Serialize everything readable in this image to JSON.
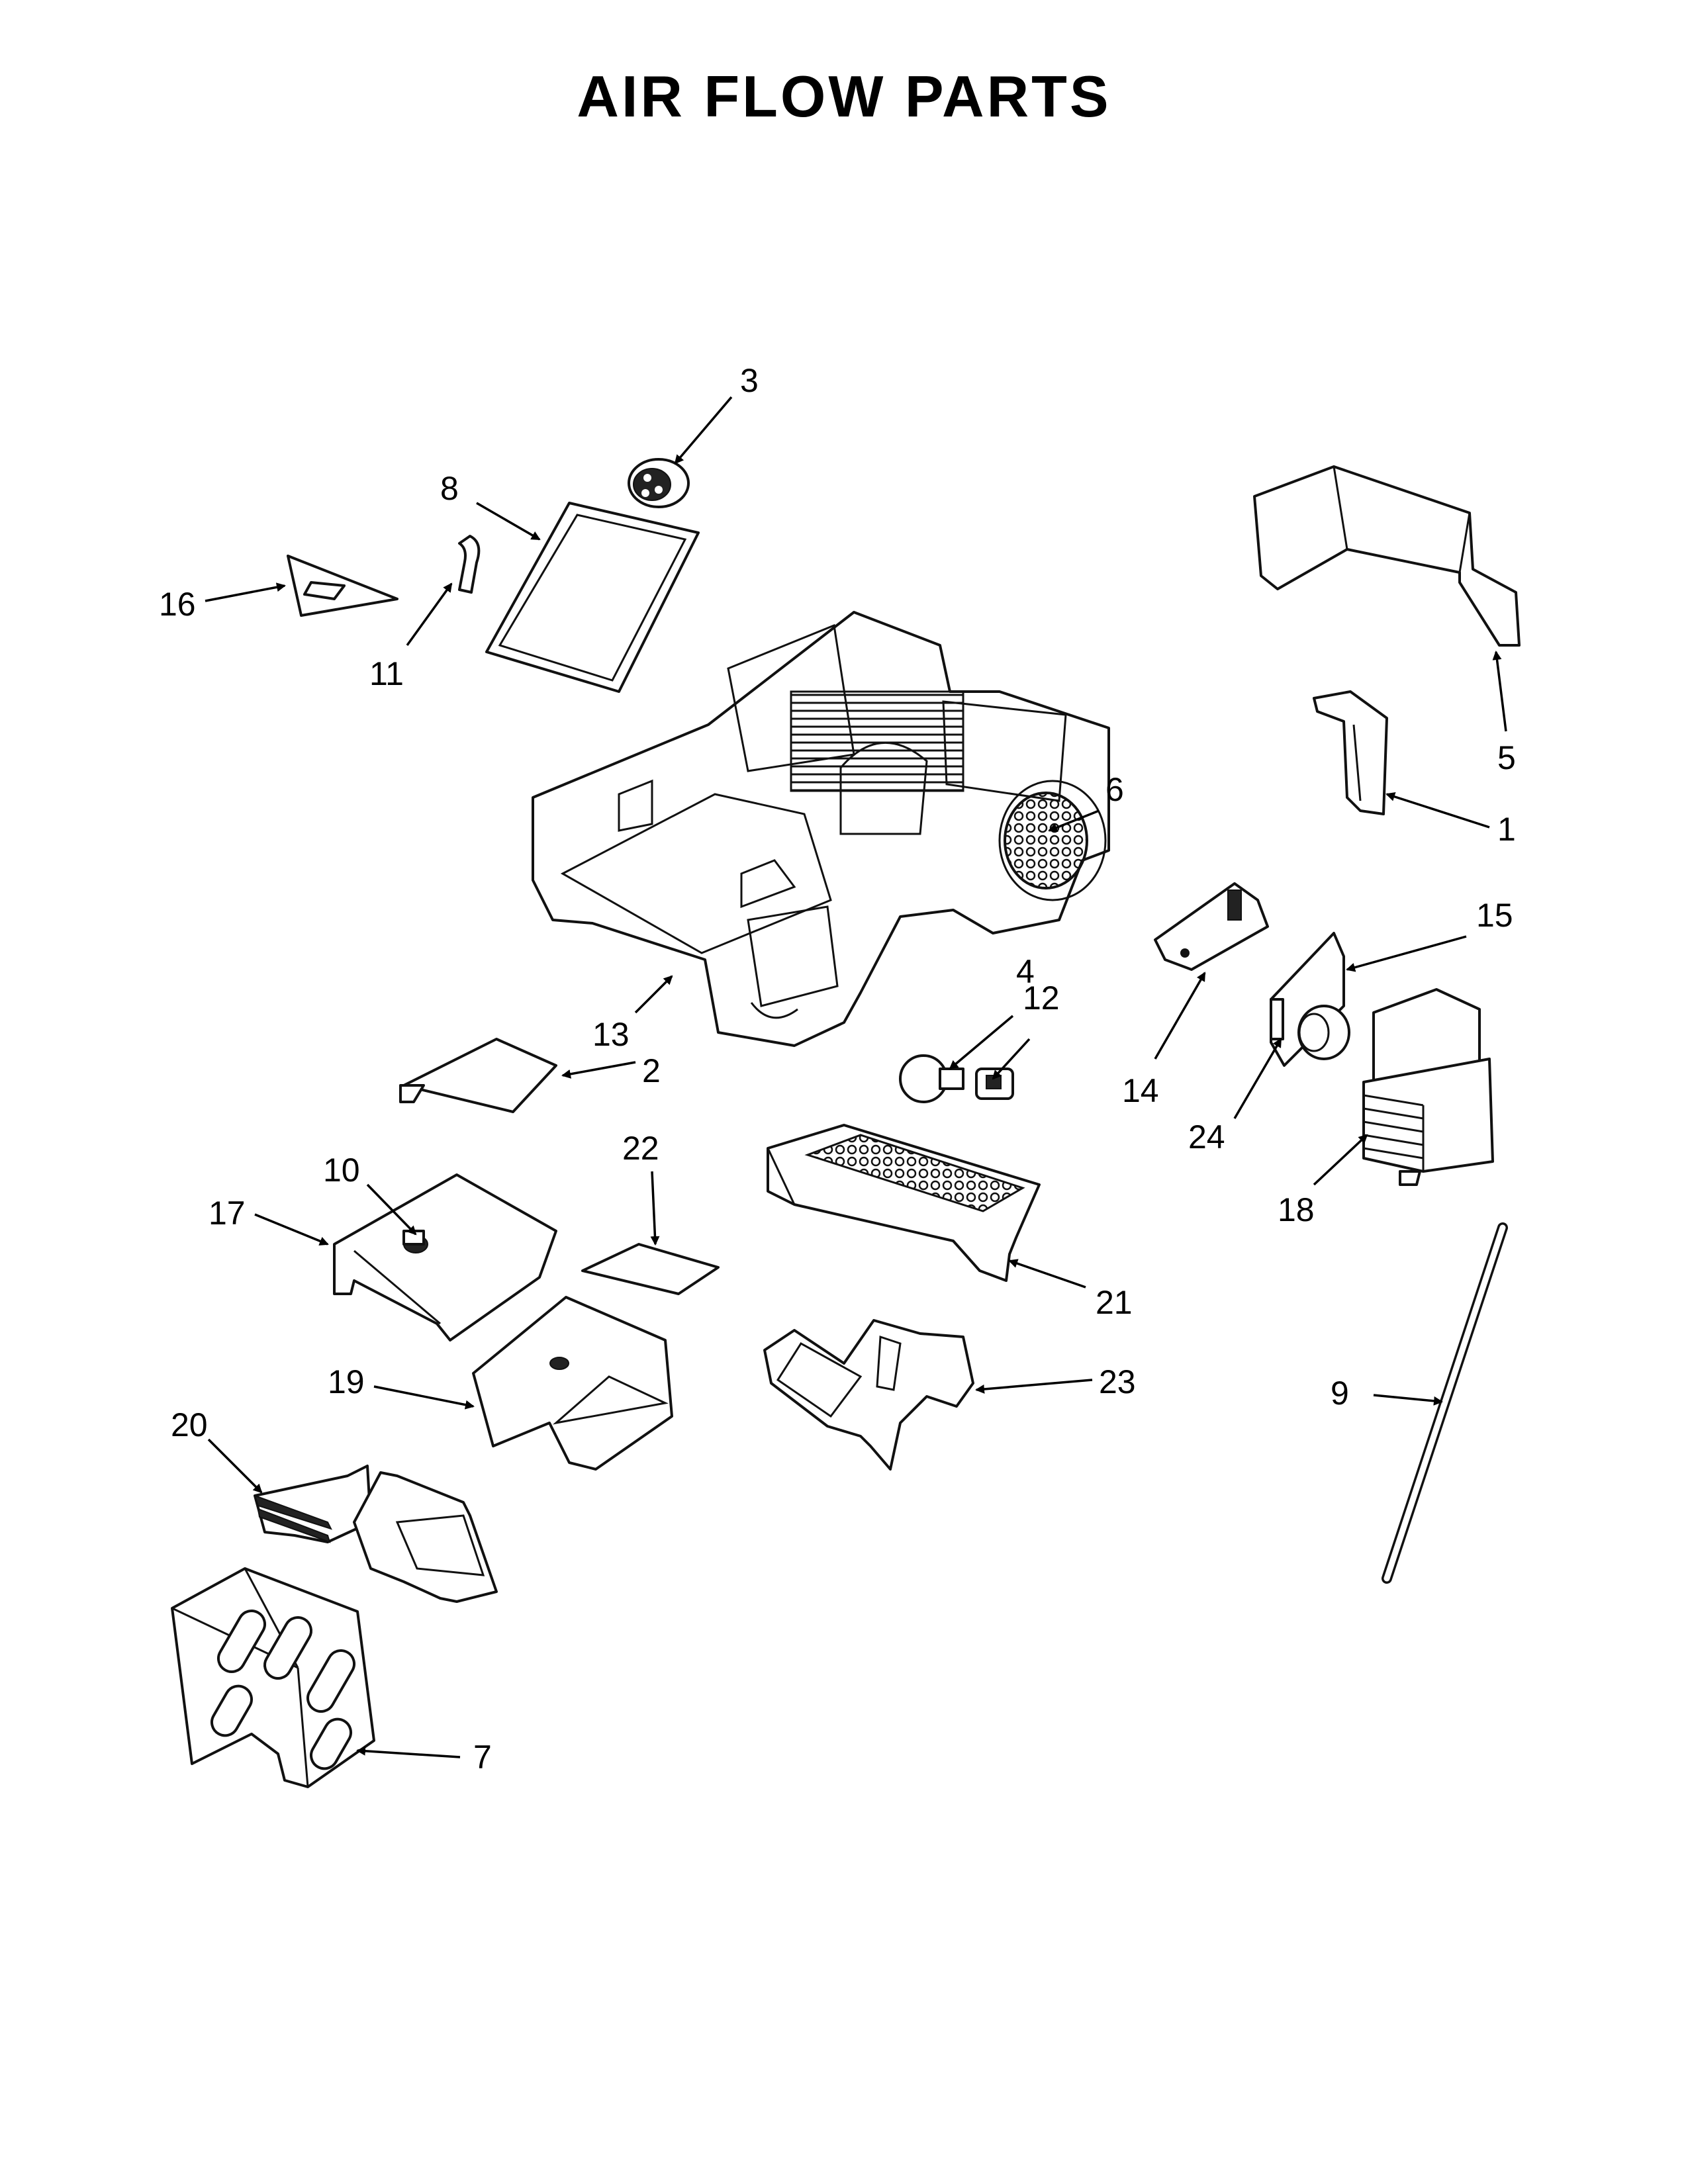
{
  "title": "AIR FLOW PARTS",
  "callouts": {
    "c1": "1",
    "c2": "2",
    "c3": "3",
    "c4": "4",
    "c5": "5",
    "c6": "6",
    "c7": "7",
    "c8": "8",
    "c9": "9",
    "c10": "10",
    "c11": "11",
    "c12": "12",
    "c13": "13",
    "c14": "14",
    "c15": "15",
    "c16": "16",
    "c17": "17",
    "c18": "18",
    "c19": "19",
    "c20": "20",
    "c21": "21",
    "c22": "22",
    "c23": "23",
    "c24": "24"
  }
}
